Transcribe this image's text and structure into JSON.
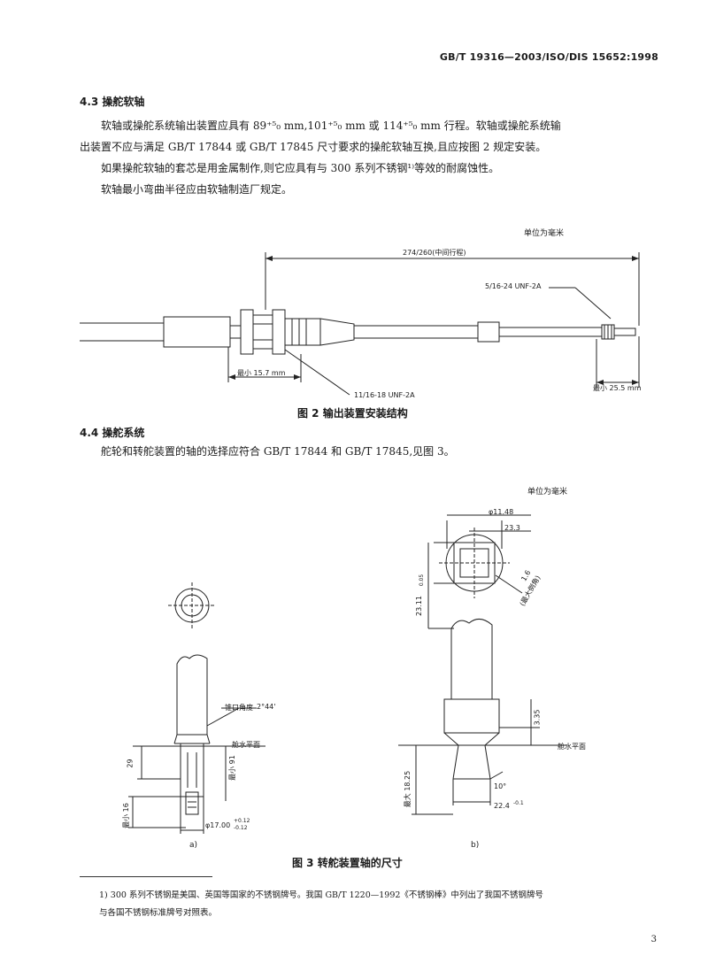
{
  "header": {
    "standard": "GB/T 19316—2003/ISO/DIS 15652:1998"
  },
  "section_4_3": {
    "heading": "4.3  操舵软轴",
    "para1_line1": "软轴或操舵系统输出装置应具有 89⁺⁵₀ mm,101⁺⁵₀ mm 或 114⁺⁵₀ mm 行程。软轴或操舵系统输",
    "para1_line2": "出装置不应与满足 GB/T 17844 或 GB/T 17845 尺寸要求的操舵软轴互换,且应按图 2 规定安装。",
    "para2": "如果操舵软轴的套芯是用金属制作,则它应具有与 300 系列不锈钢¹⁾等效的耐腐蚀性。",
    "para3": "软轴最小弯曲半径应由软轴制造厂规定。"
  },
  "figure2": {
    "unit_note": "单位为毫米",
    "travel_dim": "274/260(中间行程)",
    "thread_right": "5/16-24 UNF-2A",
    "thread_nut": "11/16-18 UNF-2A",
    "min_left": "最小 15.7 mm",
    "min_right": "最小 25.5 mm",
    "caption": "图 2  输出装置安装结构"
  },
  "section_4_4": {
    "heading": "4.4  操舵系统",
    "para": "舵轮和转舵装置的轴的选择应符合 GB/T 17844 和 GB/T 17845,见图 3。"
  },
  "figure3": {
    "unit_note": "单位为毫米",
    "a": {
      "taper_label": "锥口角度",
      "taper_val": "2°44'",
      "horizontal": "舱水平面",
      "dim_29": "29",
      "min_91": "最小 91",
      "min_16": "最小 16",
      "dia": "φ17.00",
      "dia_tol_upper": "+0.12",
      "dia_tol_lower": "-0.12",
      "sub": "a)"
    },
    "b": {
      "dia": "φ11.48",
      "sq": "23.3",
      "height": "23.11",
      "height_tol": "0.05",
      "chamfer": "1.6",
      "chamfer_note": "(最大倒角)",
      "dim_335": "3.35",
      "horizontal": "舱水平面",
      "max_1825": "最大 18.25",
      "angle": "10°",
      "dim_224": "22.4",
      "dim_224_tol": "-0.1",
      "sub": "b)"
    },
    "caption": "图 3  转舵装置轴的尺寸"
  },
  "footnote": {
    "line1": "1) 300 系列不锈钢是美国、英国等国家的不锈钢牌号。我国 GB/T 1220—1992《不锈钢棒》中列出了我国不锈钢牌号",
    "line2": "与各国不锈钢标准牌号对照表。"
  },
  "page_number": "3"
}
